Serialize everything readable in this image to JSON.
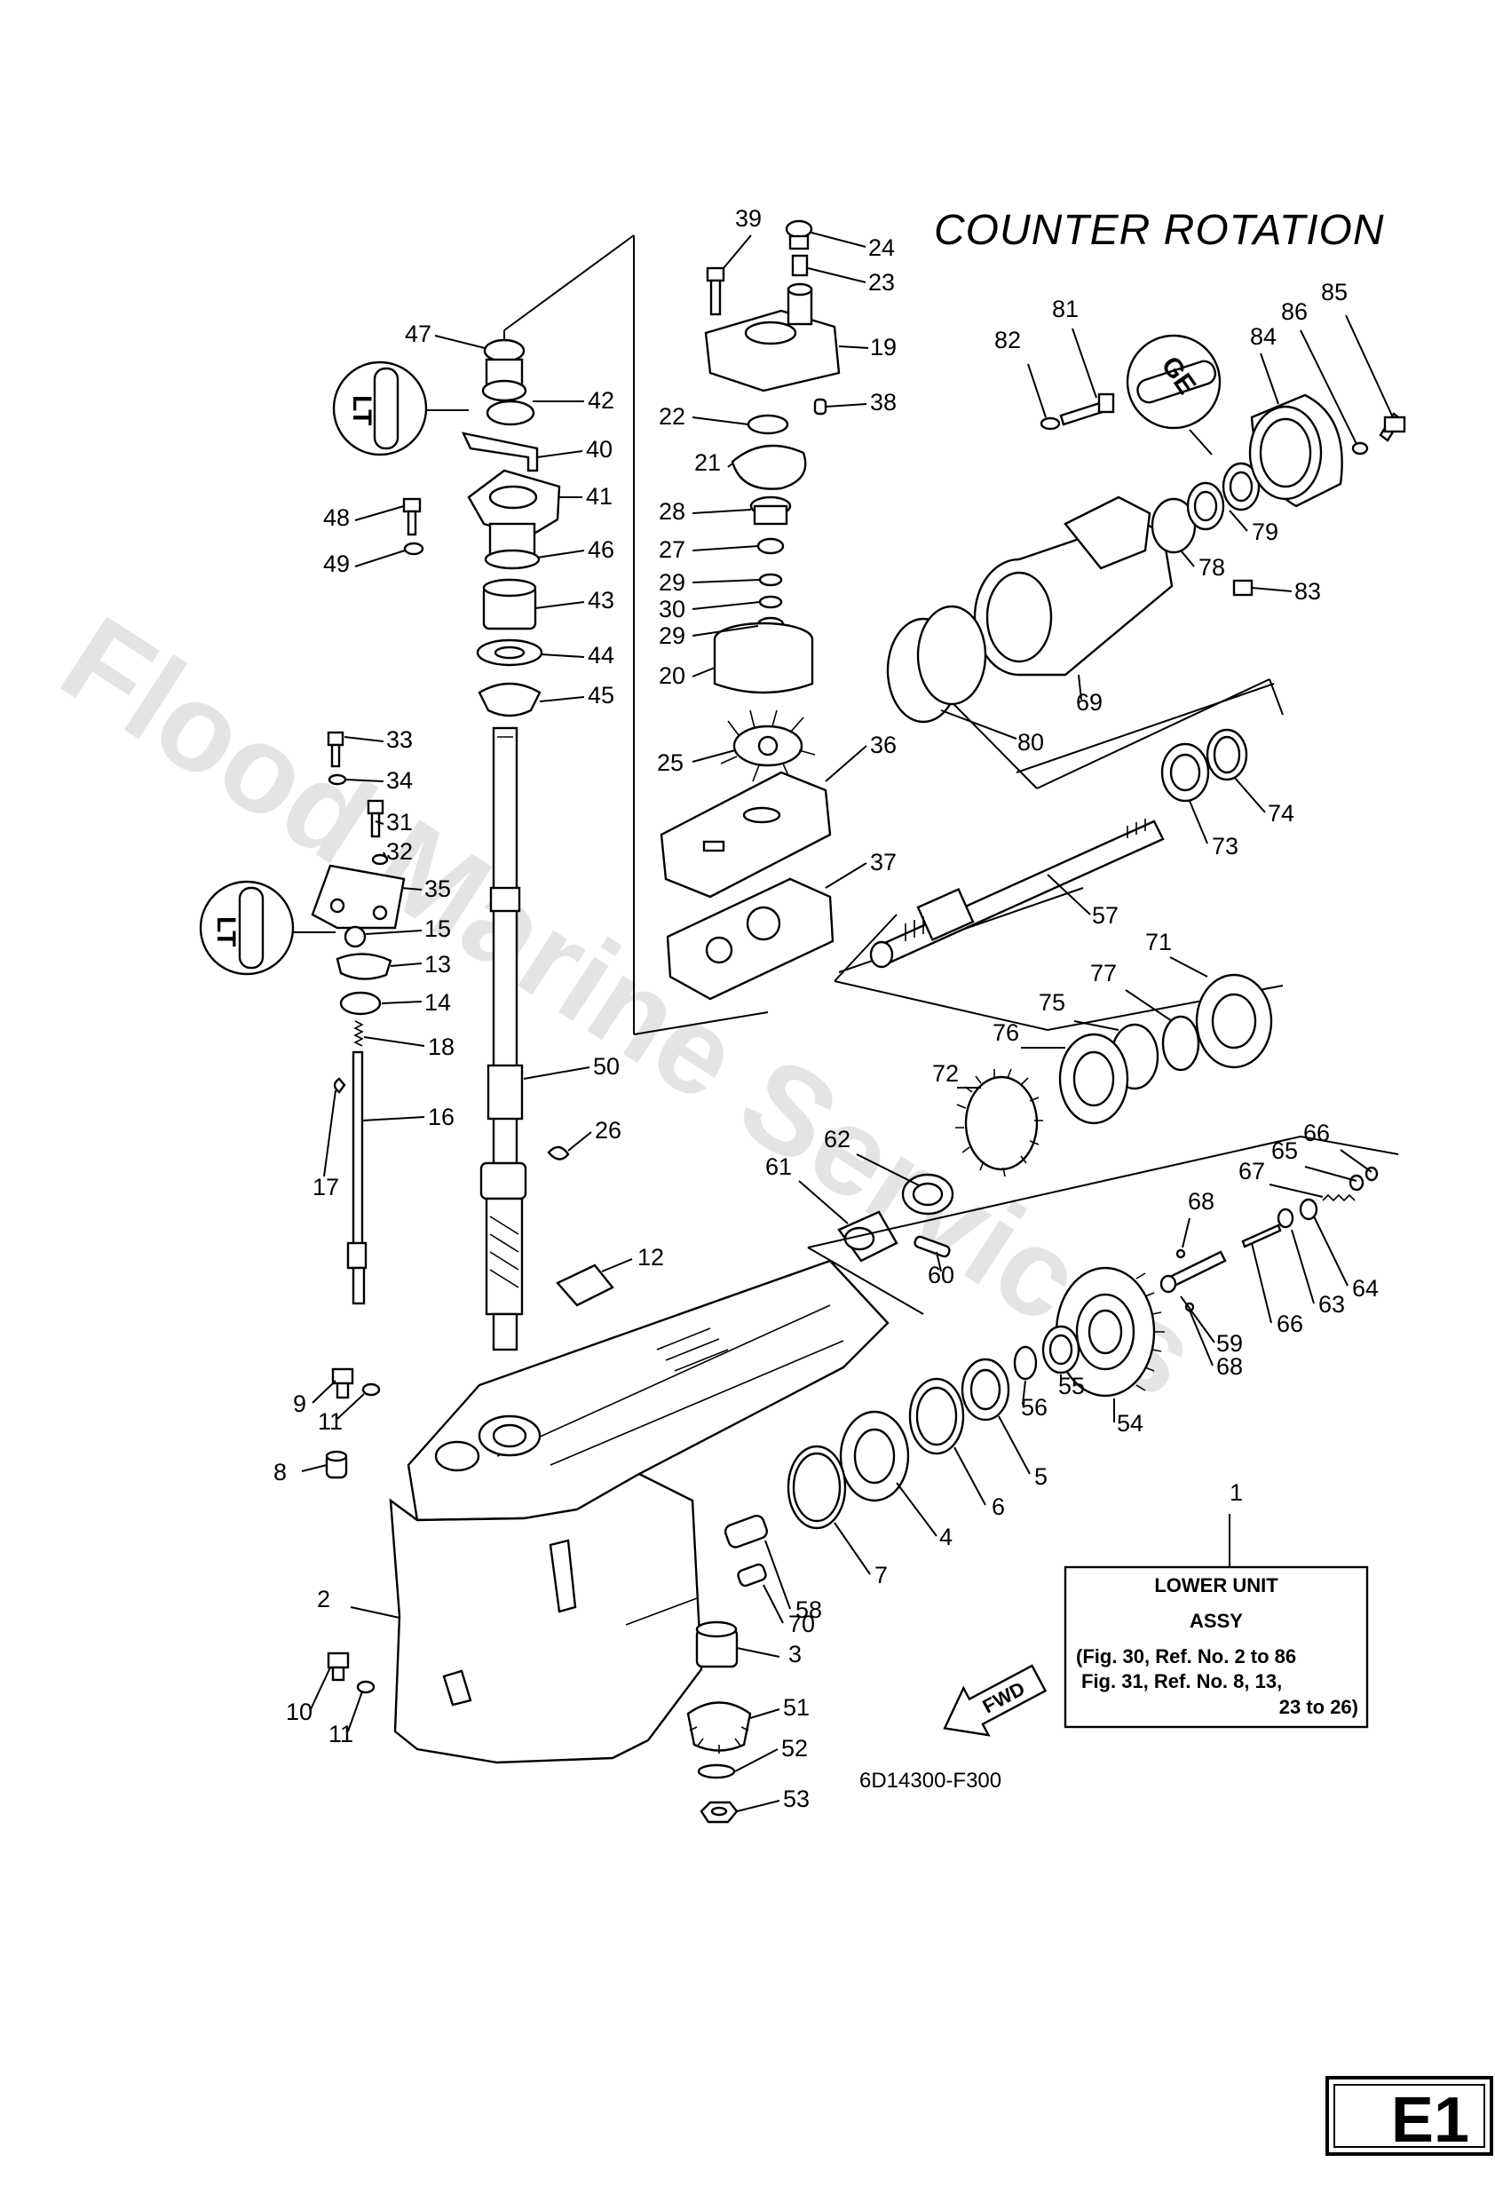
{
  "title": "COUNTER ROTATION",
  "watermark": "Flood Marine Services",
  "diagram_code": "6D14300-F300",
  "page_badge": "E1",
  "fwd_label": "FWD",
  "symbols": {
    "grease": "GE",
    "sealant": "LT"
  },
  "assy_box": {
    "line1": "LOWER UNIT",
    "line2": "ASSY",
    "line3": "(Fig. 30, Ref. No. 2 to 86",
    "line4": "Fig. 31, Ref. No. 8, 13,",
    "line5": "23 to 26)"
  },
  "callouts": [
    "1",
    "2",
    "3",
    "4",
    "5",
    "6",
    "7",
    "8",
    "9",
    "10",
    "11",
    "11b",
    "12",
    "13",
    "14",
    "15",
    "16",
    "17",
    "18",
    "19",
    "20",
    "21",
    "22",
    "23",
    "24",
    "25",
    "26",
    "27",
    "28",
    "29",
    "29b",
    "30",
    "31",
    "32",
    "33",
    "34",
    "35",
    "36",
    "37",
    "38",
    "39",
    "40",
    "41",
    "42",
    "43",
    "44",
    "45",
    "46",
    "47",
    "48",
    "49",
    "50",
    "51",
    "52",
    "53",
    "54",
    "55",
    "56",
    "57",
    "58",
    "59",
    "60",
    "61",
    "62",
    "63",
    "64",
    "65",
    "66",
    "66b",
    "67",
    "68",
    "68b",
    "69",
    "70",
    "71",
    "72",
    "73",
    "74",
    "75",
    "76",
    "77",
    "78",
    "79",
    "80",
    "81",
    "82",
    "83",
    "84",
    "85",
    "86"
  ],
  "labels": {
    "1": "1",
    "2": "2",
    "3": "3",
    "4": "4",
    "5": "5",
    "6": "6",
    "7": "7",
    "8": "8",
    "9": "9",
    "10": "10",
    "11": "11",
    "11b": "11",
    "12": "12",
    "13": "13",
    "14": "14",
    "15": "15",
    "16": "16",
    "17": "17",
    "18": "18",
    "19": "19",
    "20": "20",
    "21": "21",
    "22": "22",
    "23": "23",
    "24": "24",
    "25": "25",
    "26": "26",
    "27": "27",
    "28": "28",
    "29": "29",
    "29b": "29",
    "30": "30",
    "31": "31",
    "32": "32",
    "33": "33",
    "34": "34",
    "35": "35",
    "36": "36",
    "37": "37",
    "38": "38",
    "39": "39",
    "40": "40",
    "41": "41",
    "42": "42",
    "43": "43",
    "44": "44",
    "45": "45",
    "46": "46",
    "47": "47",
    "48": "48",
    "49": "49",
    "50": "50",
    "51": "51",
    "52": "52",
    "53": "53",
    "54": "54",
    "55": "55",
    "56": "56",
    "57": "57",
    "58": "58",
    "59": "59",
    "60": "60",
    "61": "61",
    "62": "62",
    "63": "63",
    "64": "64",
    "65": "65",
    "66": "66",
    "66b": "66",
    "67": "67",
    "68": "68",
    "68b": "68",
    "69": "69",
    "70": "70",
    "71": "71",
    "72": "72",
    "73": "73",
    "74": "74",
    "75": "75",
    "76": "76",
    "77": "77",
    "78": "78",
    "79": "79",
    "80": "80",
    "81": "81",
    "82": "82",
    "83": "83",
    "84": "84",
    "85": "85",
    "86": "86"
  }
}
